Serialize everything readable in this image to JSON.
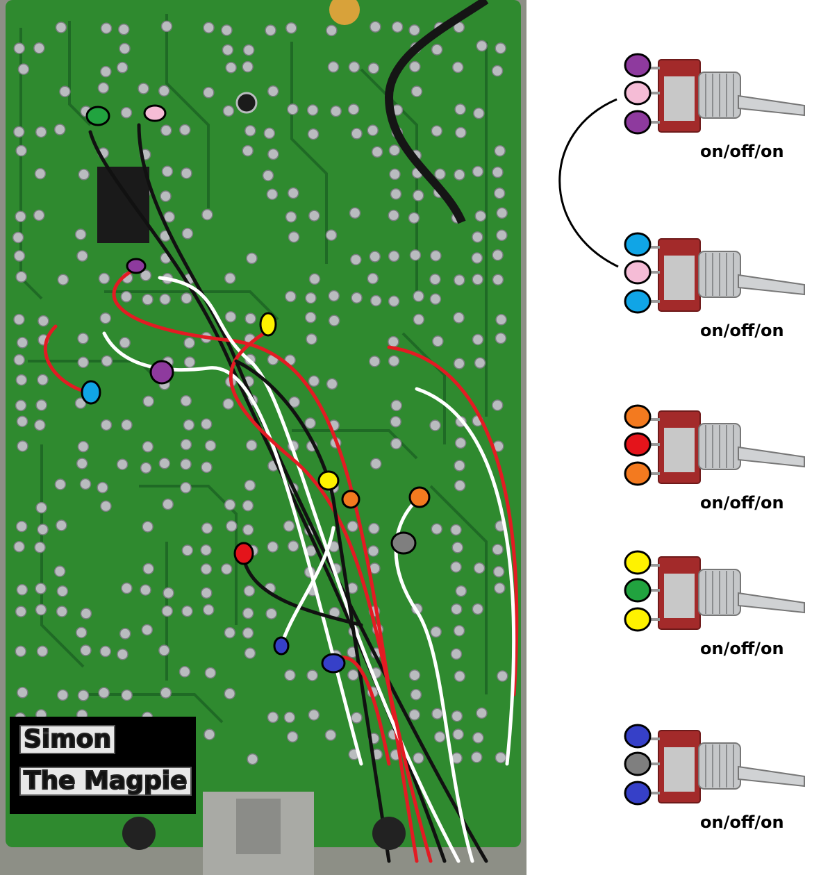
{
  "badge": {
    "line1": "Simon",
    "line2": "The Magpie"
  },
  "colors": {
    "purple": "#8e3a9e",
    "pink": "#f5bcd6",
    "green": "#21a33f",
    "cyan": "#10a5e6",
    "orange": "#f37a1f",
    "red": "#e4141b",
    "yellow": "#fef200",
    "blue": "#3640c8",
    "gray": "#7f7f7f",
    "pcb": "#2f8a2f",
    "pcb_dark": "#1f6a25",
    "solder": "#b9bcbf"
  },
  "switches": [
    {
      "label": "on/off/on",
      "pins": [
        "purple",
        "pink",
        "purple"
      ]
    },
    {
      "label": "on/off/on",
      "pins": [
        "cyan",
        "pink",
        "cyan"
      ]
    },
    {
      "label": "on/off/on",
      "pins": [
        "orange",
        "red",
        "orange"
      ]
    },
    {
      "label": "on/off/on",
      "pins": [
        "yellow",
        "green",
        "yellow"
      ]
    },
    {
      "label": "on/off/on",
      "pins": [
        "blue",
        "gray",
        "blue"
      ]
    }
  ],
  "board_markers": [
    {
      "color": "green"
    },
    {
      "color": "pink"
    },
    {
      "color": "purple"
    },
    {
      "color": "yellow"
    },
    {
      "color": "cyan"
    },
    {
      "color": "purple"
    },
    {
      "color": "yellow"
    },
    {
      "color": "orange"
    },
    {
      "color": "orange"
    },
    {
      "color": "gray"
    },
    {
      "color": "red"
    },
    {
      "color": "blue"
    },
    {
      "color": "blue"
    }
  ]
}
